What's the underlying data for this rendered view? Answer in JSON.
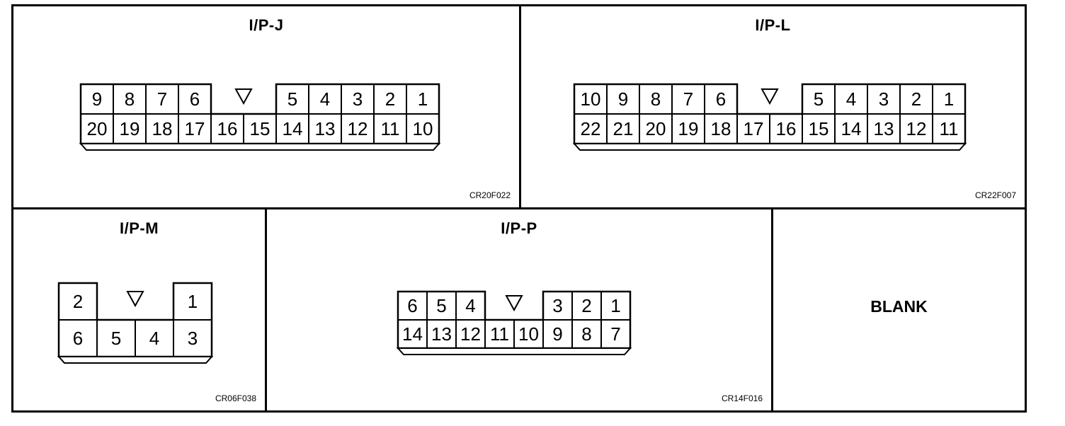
{
  "connectors": [
    {
      "id": "ipj",
      "title": "I/P-J",
      "code": "CR20F022",
      "top_row": [
        {
          "pin": "9"
        },
        {
          "pin": "8"
        },
        {
          "pin": "7"
        },
        {
          "pin": "6"
        },
        {
          "pin": "",
          "gap": true
        },
        {
          "pin": "5"
        },
        {
          "pin": "4"
        },
        {
          "pin": "3"
        },
        {
          "pin": "2"
        },
        {
          "pin": "1"
        }
      ],
      "bottom_row": [
        "20",
        "19",
        "18",
        "17",
        "16",
        "15",
        "14",
        "13",
        "12",
        "11",
        "10"
      ]
    },
    {
      "id": "ipl",
      "title": "I/P-L",
      "code": "CR22F007",
      "top_row": [
        {
          "pin": "10"
        },
        {
          "pin": "9"
        },
        {
          "pin": "8"
        },
        {
          "pin": "7"
        },
        {
          "pin": "6"
        },
        {
          "pin": "",
          "gap": true
        },
        {
          "pin": "5"
        },
        {
          "pin": "4"
        },
        {
          "pin": "3"
        },
        {
          "pin": "2"
        },
        {
          "pin": "1"
        }
      ],
      "bottom_row": [
        "22",
        "21",
        "20",
        "19",
        "18",
        "17",
        "16",
        "15",
        "14",
        "13",
        "12",
        "11"
      ]
    },
    {
      "id": "ipm",
      "title": "I/P-M",
      "code": "CR06F038",
      "top_row": [
        {
          "pin": "2"
        },
        {
          "pin": "",
          "gap": true
        },
        {
          "pin": "1"
        }
      ],
      "bottom_row": [
        "6",
        "5",
        "4",
        "3"
      ]
    },
    {
      "id": "ipp",
      "title": "I/P-P",
      "code": "CR14F016",
      "top_row": [
        {
          "pin": "6"
        },
        {
          "pin": "5"
        },
        {
          "pin": "4"
        },
        {
          "pin": "",
          "gap": true
        },
        {
          "pin": "3"
        },
        {
          "pin": "2"
        },
        {
          "pin": "1"
        }
      ],
      "bottom_row": [
        "14",
        "13",
        "12",
        "11",
        "10",
        "9",
        "8",
        "7"
      ]
    }
  ],
  "blank_panel": {
    "label": "BLANK"
  }
}
